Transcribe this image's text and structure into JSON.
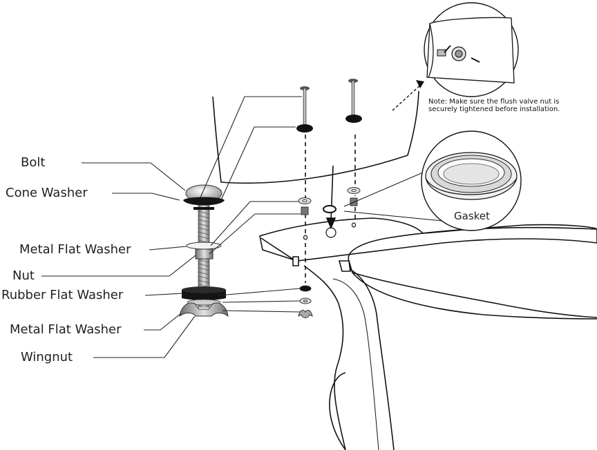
{
  "labels": {
    "bolt": "Bolt",
    "cone_washer": "Cone Washer",
    "metal_flat_washer_1": "Metal Flat Washer",
    "nut": "Nut",
    "rubber_flat_washer": "Rubber Flat Washer",
    "metal_flat_washer_2": "Metal Flat Washer",
    "wingnut": "Wingnut",
    "gasket": "Gasket"
  },
  "note": {
    "line1": "Note: Make sure the flush valve nut is",
    "line2": "securely tightened before installation."
  }
}
